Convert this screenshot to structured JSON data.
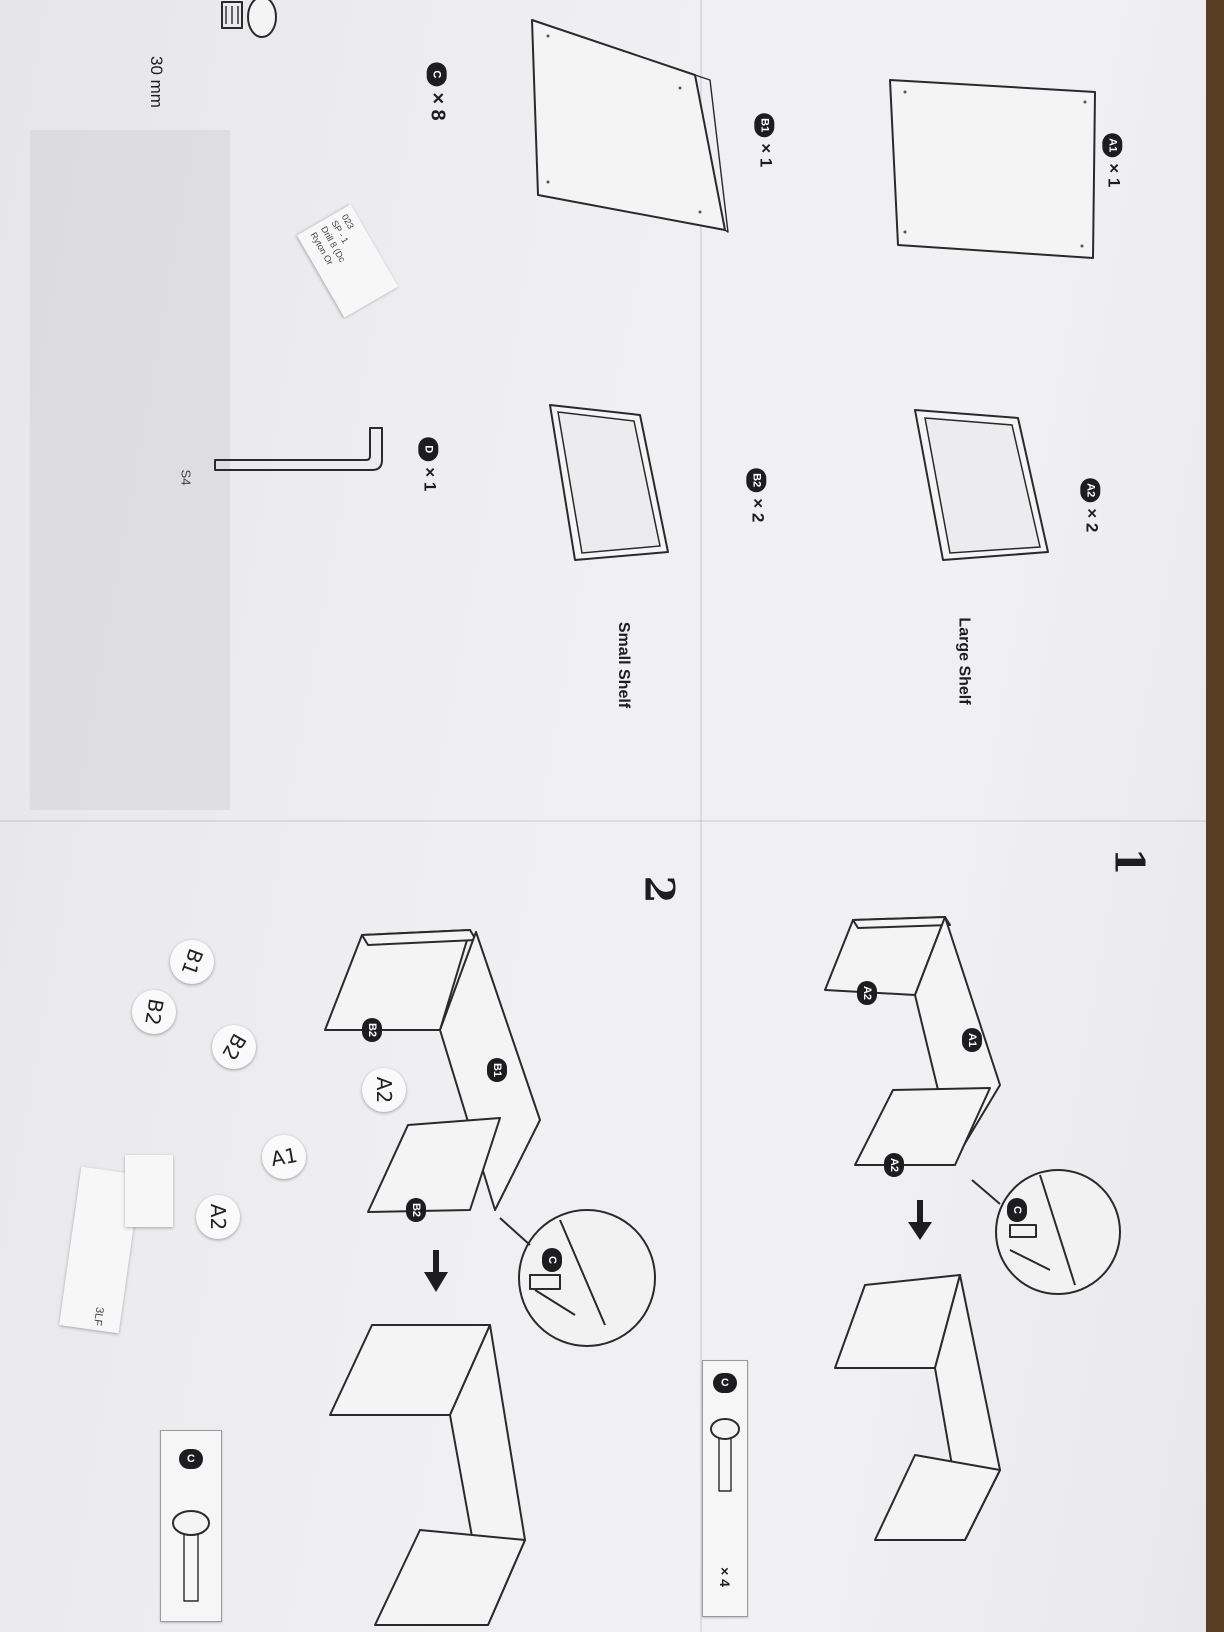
{
  "document": {
    "steps": {
      "step1": "1",
      "step2": "2"
    },
    "parts": {
      "a1_qty": "× 1",
      "a1_code": "A1",
      "a2_qty": "× 2",
      "a2_code": "A2",
      "b1_qty": "× 1",
      "b1_code": "B1",
      "b2_qty": "× 2",
      "b2_code": "B2",
      "c_qty": "× 8",
      "c_code": "C",
      "d_qty": "× 1",
      "d_code": "D"
    },
    "shelf_labels": {
      "large": "Large Shelf",
      "small": "Small Shelf"
    },
    "screw_count": "× 4",
    "screw_length": "30 mm",
    "part_code": "S4",
    "diagram_badges": {
      "a1": "A1",
      "a2_top": "A2",
      "a2_bottom": "A2",
      "b1": "B1",
      "b2_top": "B2",
      "b2_bottom": "B2",
      "c_mag1": "C",
      "c_mag2": "C",
      "c_card1": "C",
      "c_card2": "C"
    },
    "stickers": {
      "a1": "A1",
      "a2_a": "A2",
      "a2_b": "A2",
      "b1": "B1",
      "b2_a": "B2",
      "b2_b": "B2"
    },
    "label_scrap": {
      "line1": "023",
      "line2": "SP - 1",
      "line3": "Drill 8 (Dc",
      "line4": "Ryton Or"
    },
    "small_scrap": {
      "line1": "3LF"
    }
  }
}
